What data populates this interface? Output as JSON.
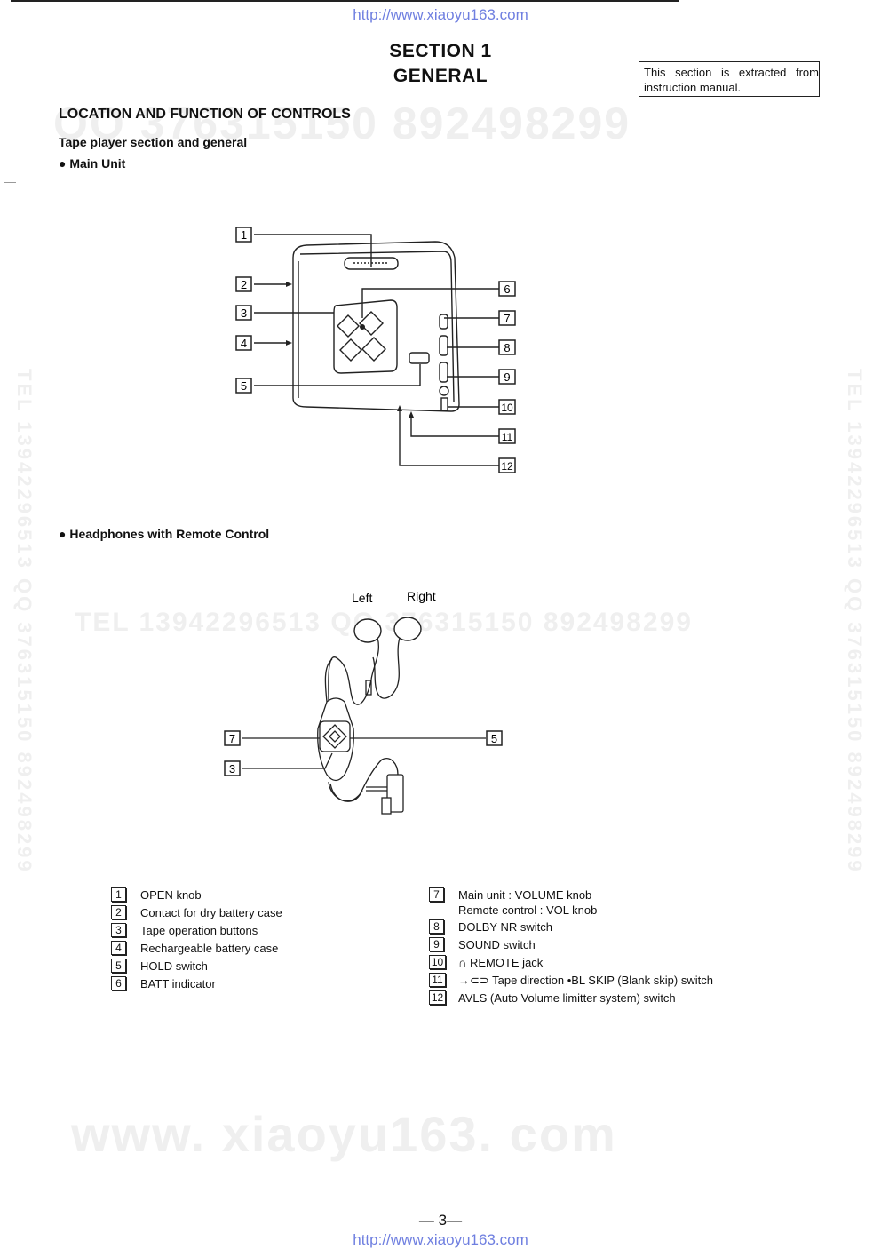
{
  "header_url": "http://www.xiaoyu163.com",
  "footer_url": "http://www.xiaoyu163.com",
  "section": {
    "line1": "SECTION 1",
    "line2": "GENERAL"
  },
  "note": "This section is extracted from instruction manual.",
  "heading": "LOCATION AND FUNCTION OF CONTROLS",
  "subheading": "Tape player section and general",
  "main_unit_label": "● Main Unit",
  "headphones_label": "● Headphones with Remote Control",
  "main_unit_callouts": [
    "1",
    "2",
    "3",
    "4",
    "5",
    "6",
    "7",
    "8",
    "9",
    "10",
    "11",
    "12"
  ],
  "headphones": {
    "left_label": "Left",
    "right_label": "Right",
    "callouts": [
      "7",
      "3",
      "5"
    ]
  },
  "legend_left": [
    {
      "num": "1",
      "text": "OPEN knob"
    },
    {
      "num": "2",
      "text": "Contact for dry battery case"
    },
    {
      "num": "3",
      "text": "Tape operation buttons"
    },
    {
      "num": "4",
      "text": "Rechargeable battery case"
    },
    {
      "num": "5",
      "text": "HOLD switch"
    },
    {
      "num": "6",
      "text": "BATT indicator"
    }
  ],
  "legend_right": [
    {
      "num": "7",
      "text": "Main unit : VOLUME knob",
      "text2": "Remote control : VOL knob"
    },
    {
      "num": "8",
      "text": "DOLBY NR switch"
    },
    {
      "num": "9",
      "text": "SOUND switch"
    },
    {
      "num": "10",
      "text": "∩ REMOTE jack"
    },
    {
      "num": "11",
      "text": "→⊂⊃ Tape direction •BL SKIP (Blank skip) switch"
    },
    {
      "num": "12",
      "text": "AVLS (Auto Volume limitter system) switch"
    }
  ],
  "page_number": "— 3—",
  "watermarks": {
    "upper": "QQ 376315150   892498299",
    "middle": "TEL  13942296513   QQ  376315150   892498299",
    "bottom": "www. xiaoyu163. com",
    "side": "TEL  13942296513  QQ  376315150  892498299"
  }
}
